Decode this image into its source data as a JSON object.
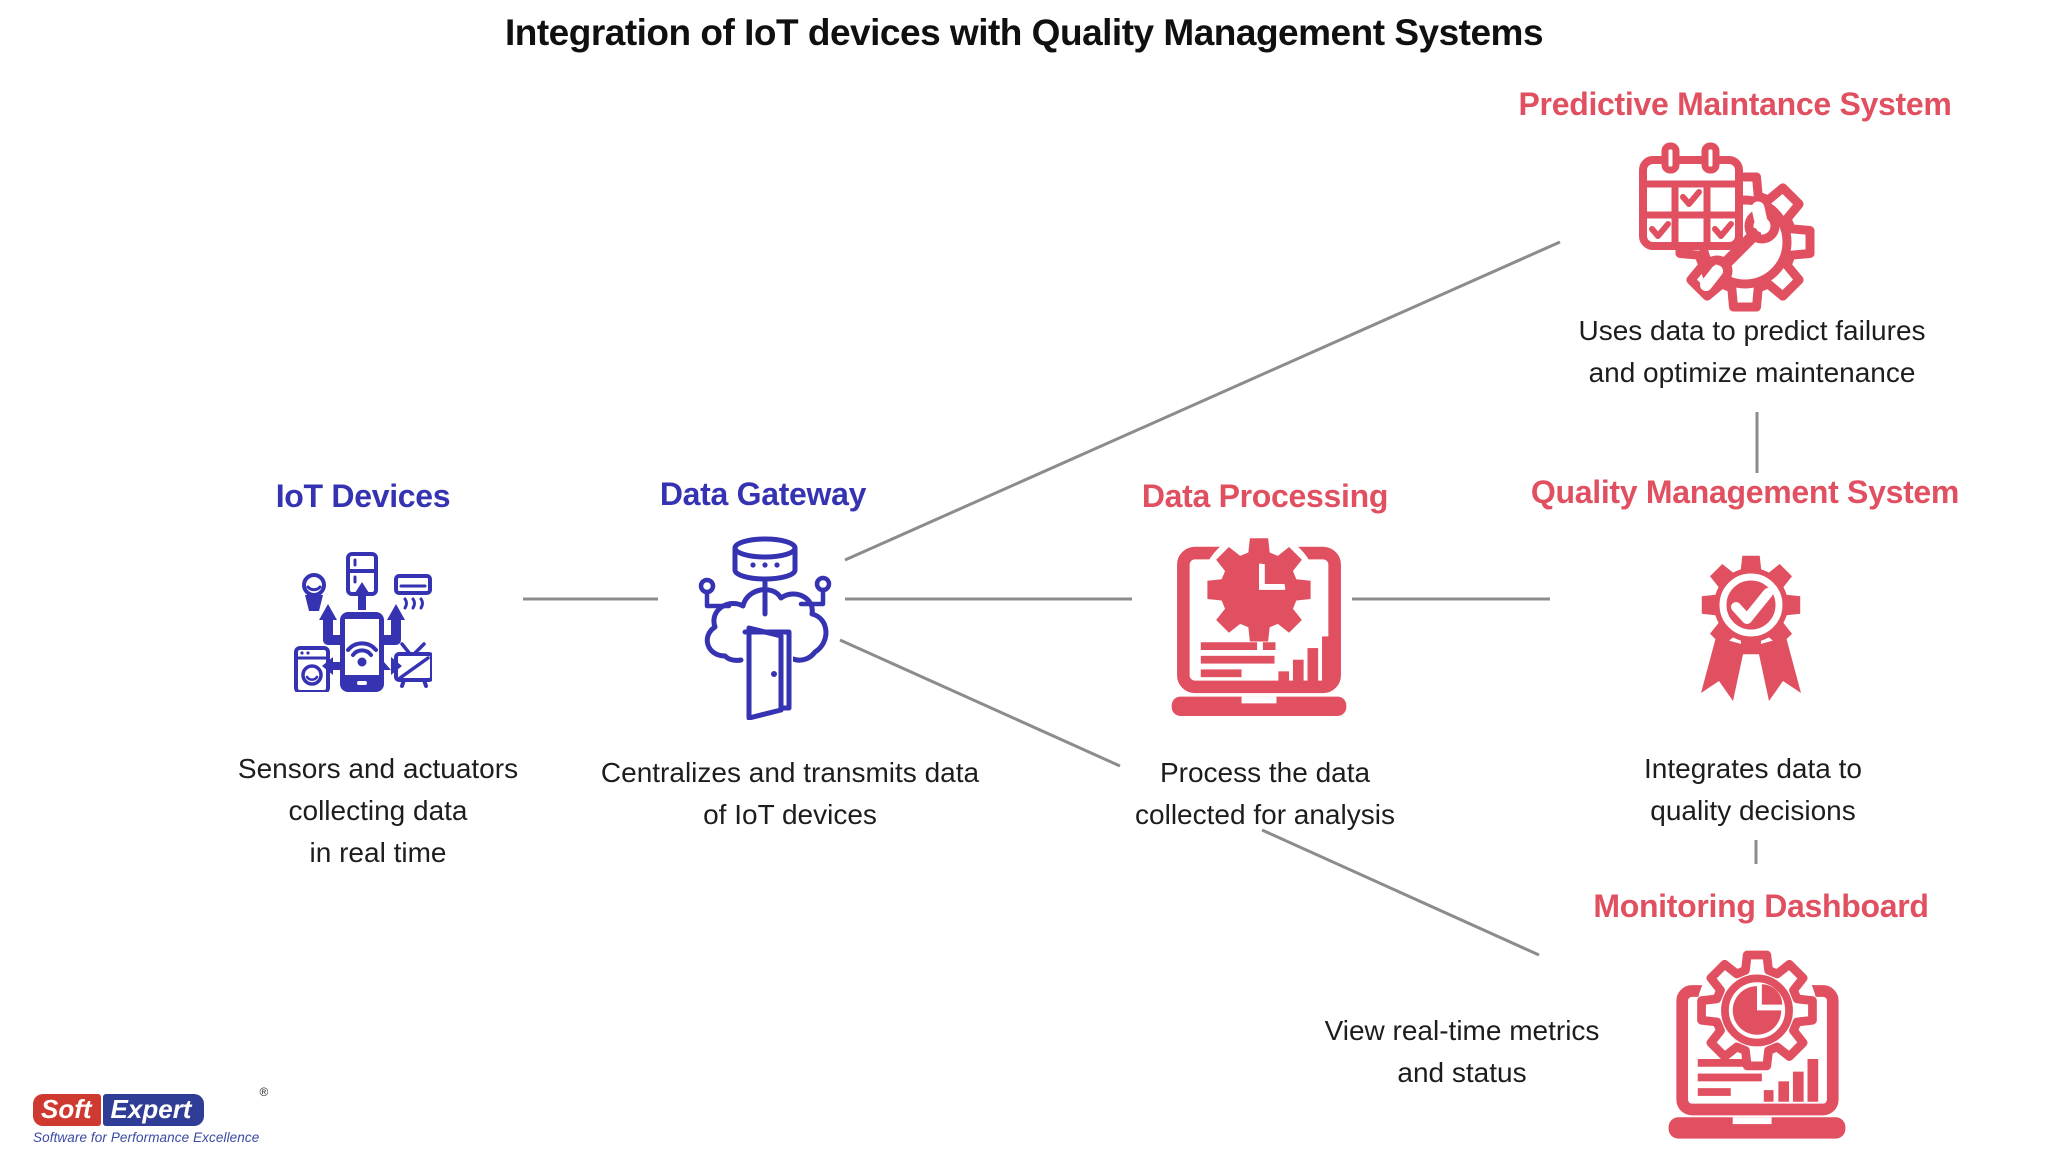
{
  "title": "Integration of IoT devices with Quality Management Systems",
  "colors": {
    "blue": "#3633b2",
    "red": "#e15060",
    "connector": "#8c8c8c",
    "text": "#1d1d1d",
    "logo_red": "#cf3a30",
    "logo_blue": "#2f3d96"
  },
  "nodes": {
    "iot": {
      "label": "IoT Devices",
      "desc": [
        "Sensors and actuators",
        "collecting data",
        "in real time"
      ],
      "icon": "iot-devices-icon"
    },
    "gateway": {
      "label": "Data Gateway",
      "desc": [
        "Centralizes and transmits data",
        "of IoT devices"
      ],
      "icon": "data-gateway-icon"
    },
    "processing": {
      "label": "Data Processing",
      "desc": [
        "Process the data",
        "collected for analysis"
      ],
      "icon": "data-processing-icon"
    },
    "predictive": {
      "label": "Predictive Maintance System",
      "desc": [
        "Uses data to predict failures",
        "and optimize maintenance"
      ],
      "icon": "predictive-maintenance-icon"
    },
    "qms": {
      "label": "Quality Management System",
      "desc": [
        "Integrates data to",
        "quality decisions"
      ],
      "icon": "quality-management-icon"
    },
    "monitoring": {
      "label": "Monitoring Dashboard",
      "desc": [
        "View real-time metrics",
        "and status"
      ],
      "icon": "monitoring-dashboard-icon"
    }
  },
  "logo": {
    "soft": "Soft",
    "expert": "Expert",
    "registered": "®",
    "tagline": "Software for Performance Excellence"
  }
}
